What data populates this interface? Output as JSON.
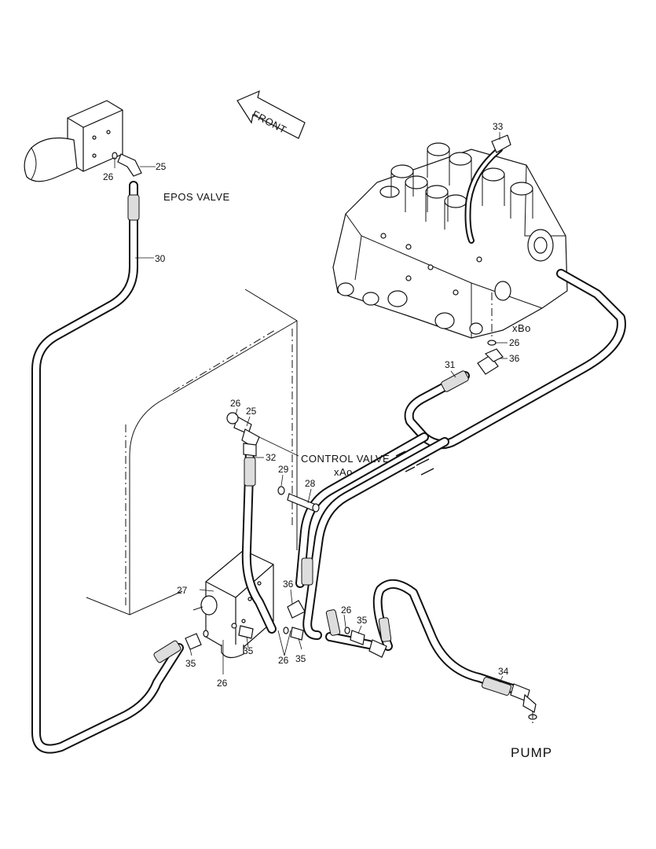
{
  "labels": {
    "front": "FRONT",
    "epos_valve": "EPOS  VALVE",
    "control_valve": "CONTROL VALVE",
    "xAo": "xAo",
    "xBo": "xBo",
    "pump": "PUMP"
  },
  "callouts": {
    "c25a": "25",
    "c26a": "26",
    "c30": "30",
    "c33": "33",
    "c26b": "26",
    "c36a": "36",
    "c31": "31",
    "c26c": "26",
    "c25b": "25",
    "c32": "32",
    "c29": "29",
    "c28": "28",
    "c27": "27",
    "c36b": "36",
    "c26d": "26",
    "c35a": "35",
    "c35b": "35",
    "c35c": "35",
    "c26e": "26",
    "c35d": "35",
    "c26f": "26",
    "c34": "34"
  }
}
